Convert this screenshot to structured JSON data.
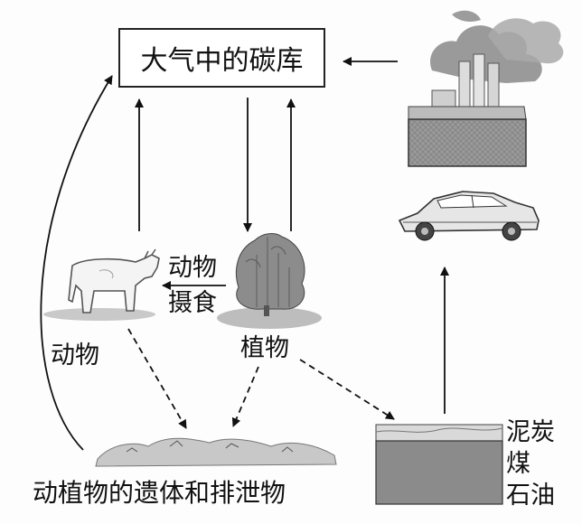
{
  "diagram": {
    "atmosphere_box": "大气中的碳库",
    "animal_eating_line1": "动物",
    "animal_eating_line2": "摄食",
    "animals": "动物",
    "plants": "植物",
    "remains": "动植物的遗体和排泄物",
    "fossil_line1": "泥炭",
    "fossil_line2": "煤",
    "fossil_line3": "石油"
  }
}
